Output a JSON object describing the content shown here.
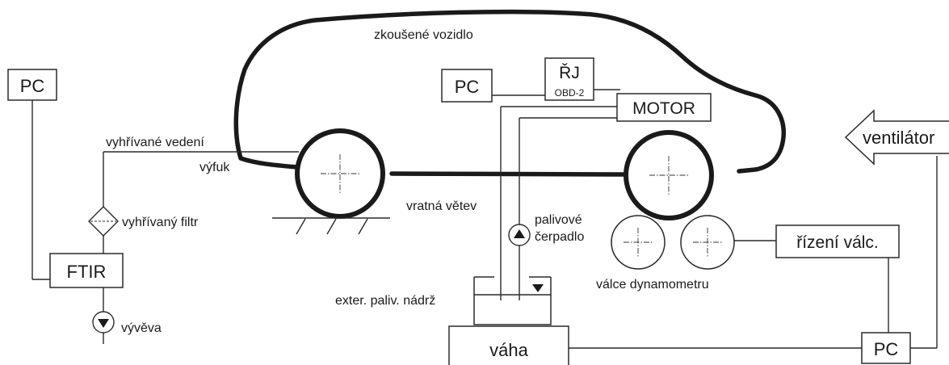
{
  "labels": {
    "vehicle": "zkoušené vozidlo",
    "pc_left": "PC",
    "pc_obd": "PC",
    "rj": "ŘJ",
    "obd": "OBD-2",
    "motor": "MOTOR",
    "heated_line": "vyhřívané vedení",
    "exhaust": "výfuk",
    "heated_filter": "vyhřívaný filtr",
    "ftir": "FTIR",
    "vacuum_pump": "vývěva",
    "return_branch": "vratná větev",
    "fuel_pump": "palivové\nčerpadlo",
    "external_tank": "exter. paliv. nádrž",
    "scale": "váha",
    "dyno_rollers": "válce dynamometru",
    "roller_control": "řízení válc.",
    "fan": "ventilátor",
    "pc_right": "PC"
  },
  "colors": {
    "line": "#2a2a2a",
    "text": "#1a1a1a",
    "background": "#ffffff"
  }
}
